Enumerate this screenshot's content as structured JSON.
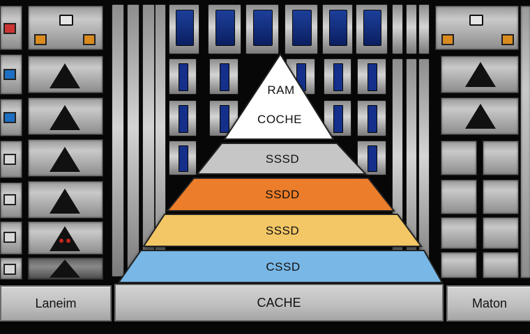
{
  "pyramid": {
    "tiers": [
      {
        "label": "RAM",
        "color": "#ffffff"
      },
      {
        "label": "COCHE",
        "color": "#ffffff"
      },
      {
        "label": "SSSD",
        "color": "#c6c6c6"
      },
      {
        "label": "SSDD",
        "color": "#ec7d2c"
      },
      {
        "label": "SSSD",
        "color": "#f3c766"
      },
      {
        "label": "CSSD",
        "color": "#79b7e6"
      }
    ]
  },
  "base": {
    "left_label": "Laneim",
    "center_label": "CACHE",
    "right_label": "Maton"
  }
}
